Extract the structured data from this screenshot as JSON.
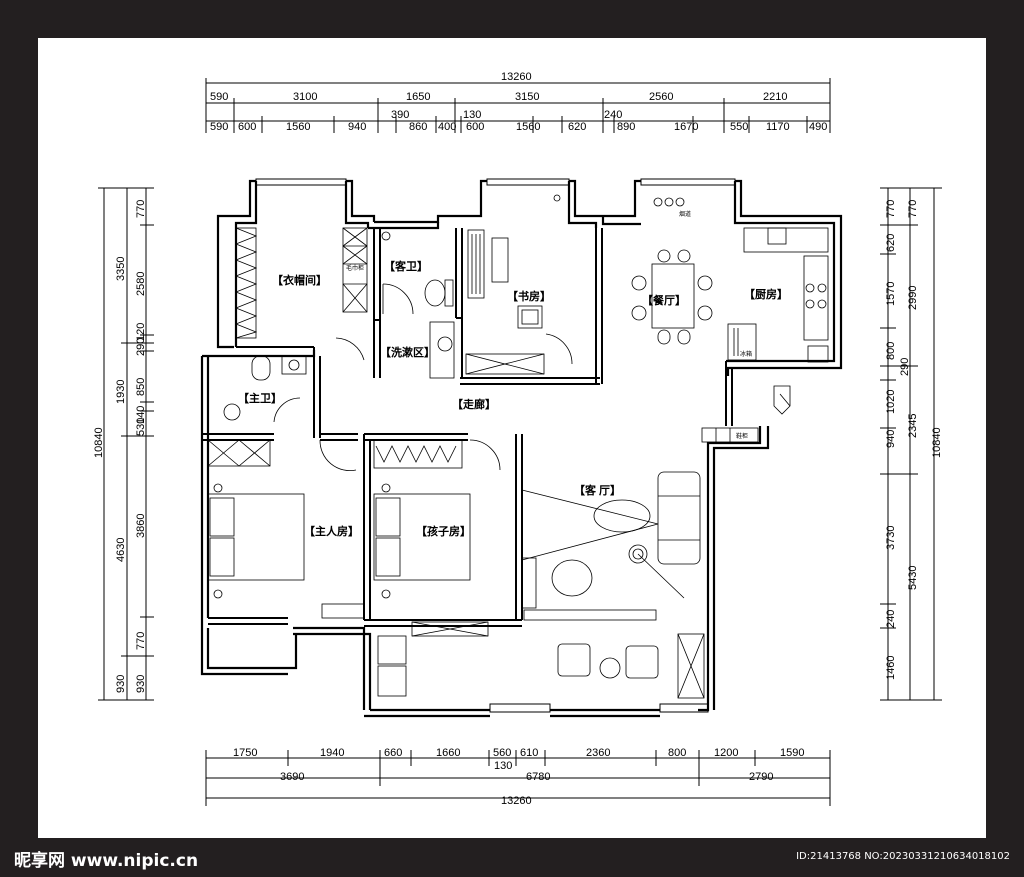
{
  "rooms": {
    "cloakroom": "【衣帽间】",
    "guest_bath": "【客卫】",
    "study": "【书房】",
    "dining": "【餐厅】",
    "kitchen": "【厨房】",
    "washing": "【洗漱区】",
    "master_bath": "【主卫】",
    "corridor": "【走廊】",
    "living": "【客 厅】",
    "master_bed": "【主人房】",
    "kids_room": "【孩子房】"
  },
  "dims_top": {
    "total": "13260",
    "row1": [
      "590",
      "3100",
      "1650",
      "3150",
      "2560",
      "2210"
    ],
    "row2": [
      "590",
      "600",
      "1560",
      "940",
      "390",
      "860",
      "400",
      "130",
      "600",
      "1560",
      "620",
      "240",
      "890",
      "1670",
      "550",
      "1170",
      "490"
    ]
  },
  "dims_bottom": {
    "row1": [
      "1750",
      "1940",
      "660",
      "1660",
      "560",
      "610",
      "2360",
      "800",
      "1200",
      "1590"
    ],
    "note": "130",
    "row2": [
      "3690",
      "6780",
      "2790"
    ],
    "total": "13260"
  },
  "dims_left": {
    "outer": [
      "3350",
      "1930",
      "4630",
      "930"
    ],
    "inner": [
      "770",
      "2580",
      "290",
      "120",
      "850",
      "140",
      "530",
      "3860",
      "770",
      "930"
    ],
    "total": "10840"
  },
  "dims_right": {
    "inner": [
      "770",
      "620",
      "1570",
      "800",
      "290",
      "1020",
      "940",
      "3730",
      "240",
      "1460"
    ],
    "outer": [
      "770",
      "2990",
      "2345",
      "5430"
    ],
    "total": "10840"
  },
  "small_labels": {
    "hood": "烟道",
    "fridge": "冰箱",
    "shoe": "鞋柜",
    "linen": "毛巾柜"
  },
  "watermark": {
    "logo": "昵享网 www.nipic.cn",
    "id": "ID:21413768 NO:20230331210634018102"
  }
}
